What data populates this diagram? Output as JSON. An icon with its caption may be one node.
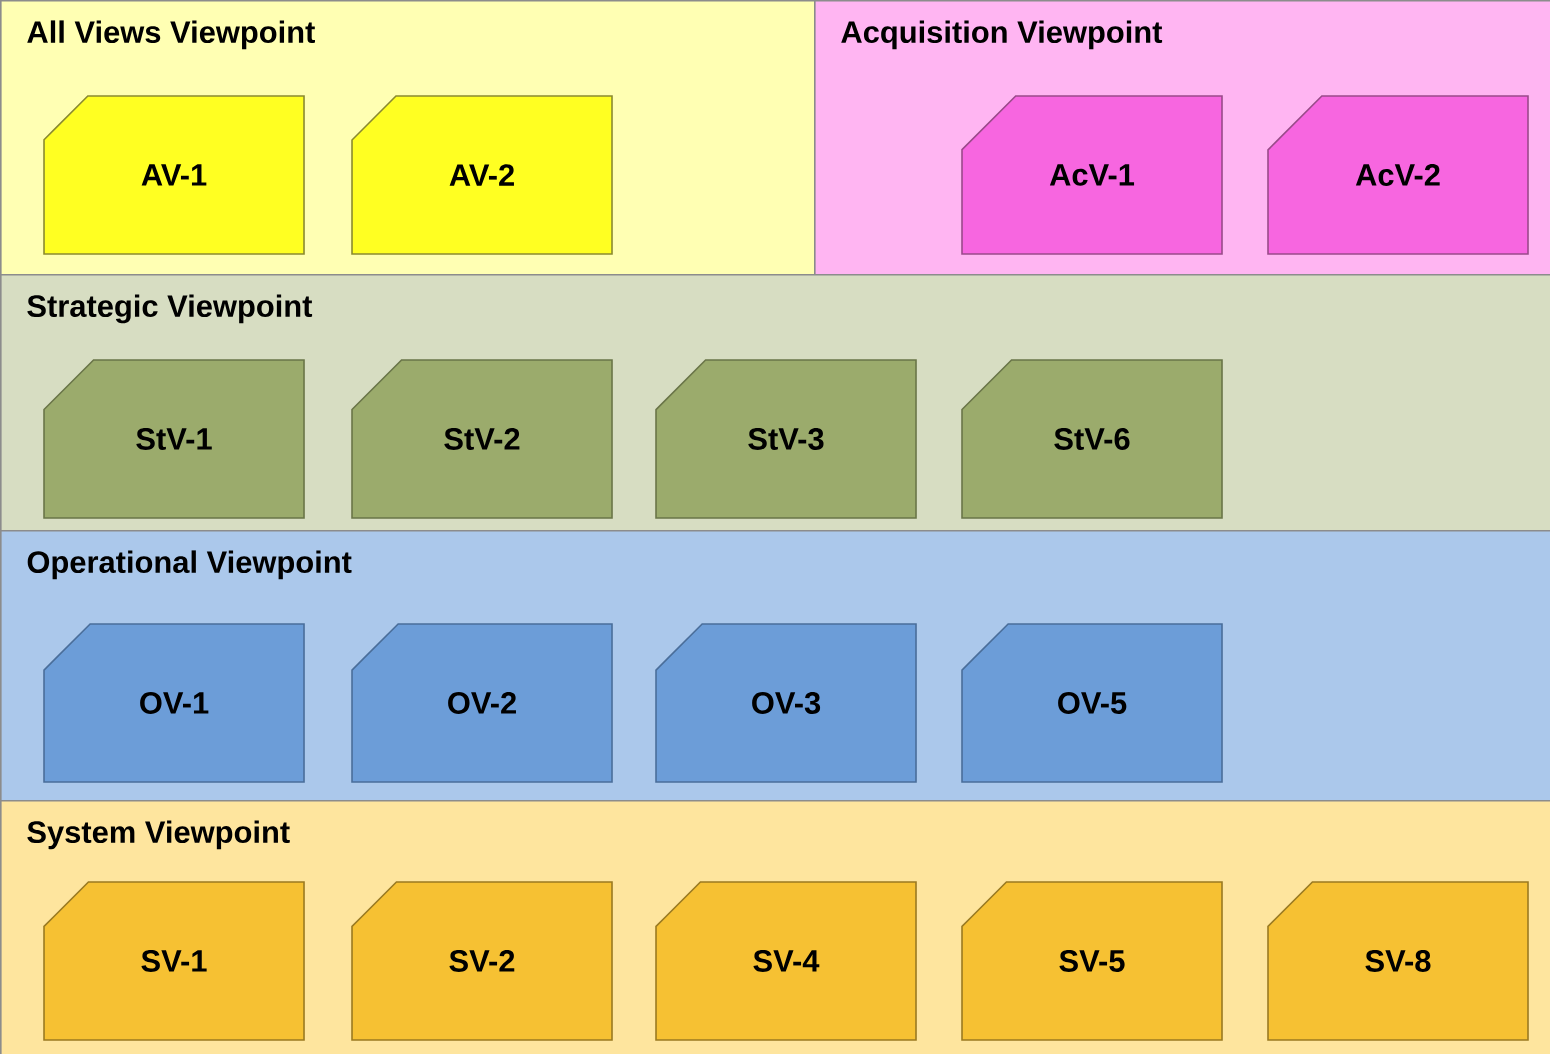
{
  "diagram": {
    "nodes": [
      {
        "text": [
          "All Views Viewpoint"
        ]
      },
      {
        "text": [
          "AV-1"
        ],
        "in": 0
      },
      {
        "text": [
          "AV-2"
        ],
        "in": 0
      },
      {
        "text": [
          "Acquisition Viewpoint"
        ]
      },
      {
        "text": [
          "AcV-1"
        ],
        "in": 3
      },
      {
        "text": [
          "AcV-2"
        ],
        "in": 3
      },
      {
        "text": [
          "Strategic Viewpoint"
        ]
      },
      {
        "text": [
          "StV-1"
        ],
        "in": 6
      },
      {
        "text": [
          "StV-2"
        ],
        "in": 6
      },
      {
        "text": [
          "StV-3"
        ],
        "in": 6
      },
      {
        "text": [
          "StV-6"
        ],
        "in": 6
      },
      {
        "text": [
          "Operational Viewpoint"
        ]
      },
      {
        "text": [
          "OV-1"
        ],
        "in": 11
      },
      {
        "text": [
          "OV-2"
        ],
        "in": 11
      },
      {
        "text": [
          "OV-3"
        ],
        "in": 11
      },
      {
        "text": [
          "OV-5"
        ],
        "in": 11
      },
      {
        "text": [
          "System Viewpoint"
        ]
      },
      {
        "text": [
          "SV-1"
        ],
        "in": 16
      },
      {
        "text": [
          "SV-2"
        ],
        "in": 16
      },
      {
        "text": [
          "SV-4"
        ],
        "in": 16
      },
      {
        "text": [
          "SV-5"
        ],
        "in": 16
      },
      {
        "text": [
          "SV-8"
        ],
        "in": 16
      }
    ]
  }
}
